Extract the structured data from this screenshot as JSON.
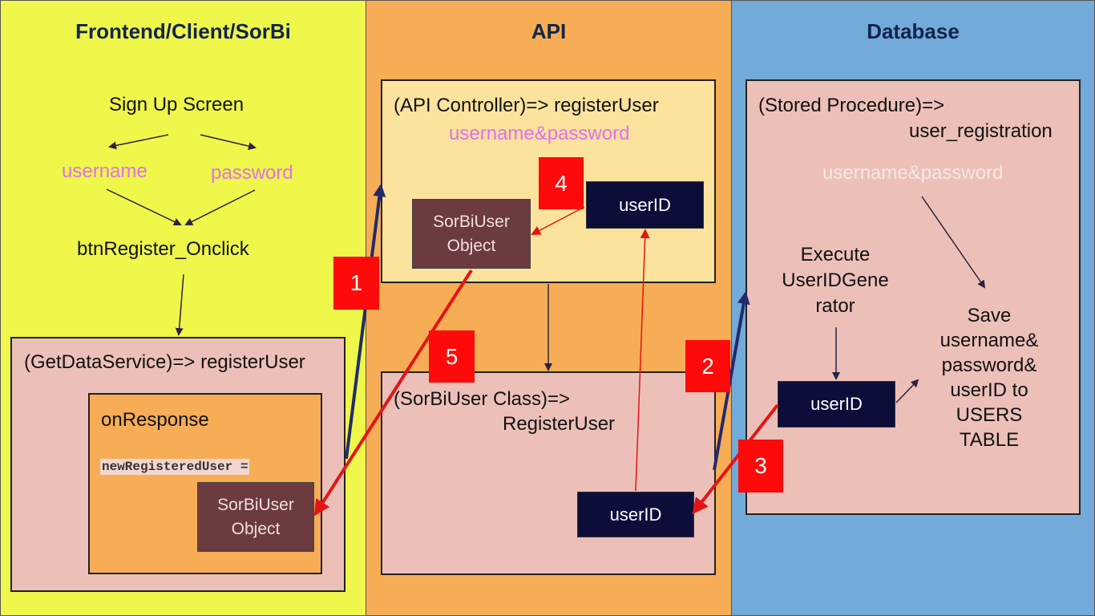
{
  "columns": {
    "frontend": "Frontend/Client/SorBi",
    "api": "API",
    "database": "Database"
  },
  "frontend": {
    "signup": "Sign Up Screen",
    "username": "username",
    "password": "password",
    "btn_register": "btnRegister_Onclick",
    "service_title": "(GetDataService)=> registerUser",
    "on_response": "onResponse",
    "code": "newRegisteredUser =",
    "object_line1": "SorBiUser",
    "object_line2": "Object"
  },
  "api": {
    "controller_title": "(API Controller)=> registerUser",
    "controller_params": "username&password",
    "object_line1": "SorBiUser",
    "object_line2": "Object",
    "userid_top": "userID",
    "class_line1": "(SorBiUser Class)=>",
    "class_line2": "RegisterUser",
    "userid_bottom": "userID"
  },
  "database": {
    "proc_line1": "(Stored Procedure)=>",
    "proc_line2": "user_registration",
    "params": "username&password",
    "execute_line1": "Execute",
    "execute_line2": "UserIDGene",
    "execute_line3": "rator",
    "userid": "userID",
    "save_line1": "Save",
    "save_line2": "username&",
    "save_line3": "password&",
    "save_line4": "userID to",
    "save_line5": "USERS",
    "save_line6": "TABLE"
  },
  "steps": [
    "1",
    "2",
    "3",
    "4",
    "5"
  ],
  "colors": {
    "frontend_bg": "#eef74a",
    "api_bg": "#f7ad55",
    "database_bg": "#72aad9",
    "step_red": "#ff0a0a",
    "dark_box": "#0d0d3a",
    "maroon_box": "#6b3b40"
  }
}
